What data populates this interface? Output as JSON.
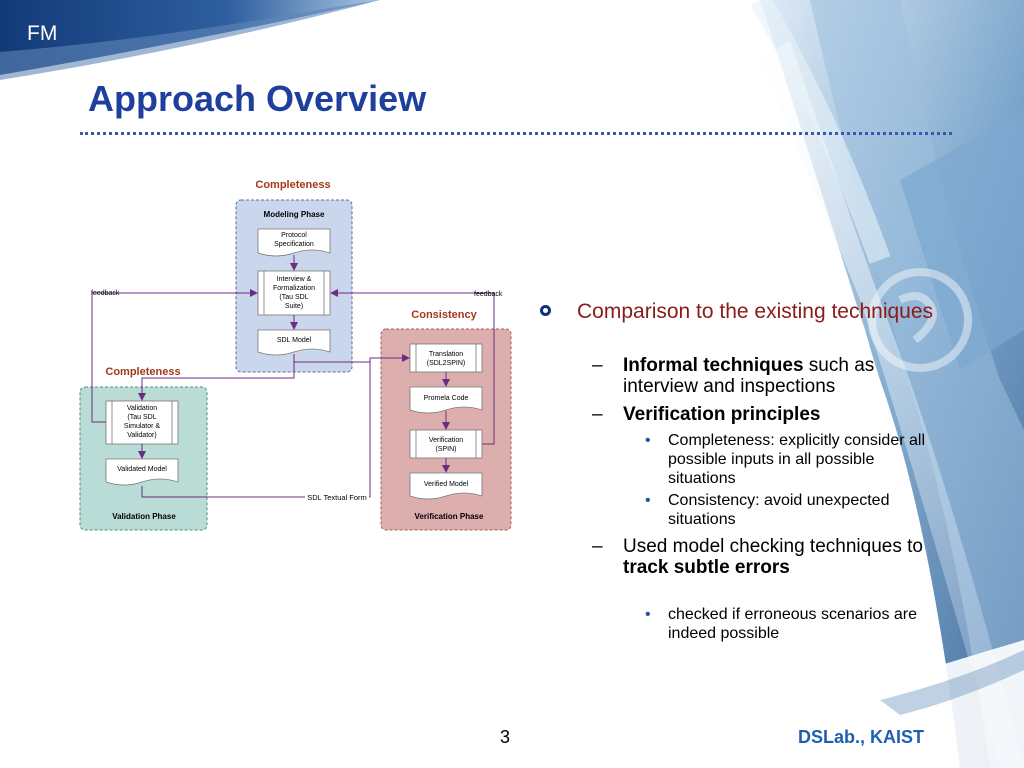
{
  "header": {
    "badge": "FM",
    "title": "Approach Overview"
  },
  "diagram": {
    "completeness_top": "Completeness",
    "modeling_phase": "Modeling Phase",
    "protocol_spec": [
      "Protocol",
      "Specification"
    ],
    "interview": [
      "Interview &",
      "Formalization",
      "(Tau SDL",
      "Suite)"
    ],
    "sdl_model": "SDL Model",
    "feedback_left": "feedback",
    "feedback_right": "feedback",
    "consistency": "Consistency",
    "completeness_left": "Completeness",
    "validation": [
      "Validation",
      "(Tau SDL",
      "Simulator &",
      "Validator)"
    ],
    "validated_model": "Validated Model",
    "validation_phase": "Validation Phase",
    "translation": [
      "Translation",
      "(SDL2SPIN)"
    ],
    "promela_code": "Promela Code",
    "verification": [
      "Verification",
      "(SPIN)"
    ],
    "verified_model": "Verified Model",
    "verification_phase": "Verification Phase",
    "sdl_textual_form": "SDL Textual Form",
    "colors": {
      "modeling_fill": "#c9d6ec",
      "modeling_border": "#5a6aa6",
      "validation_fill": "#b9dcd6",
      "validation_border": "#4d8f7f",
      "verification_fill": "#dcaeae",
      "verification_border": "#a25f5f",
      "arrow": "#6b2d84",
      "label_red": "#a23a1a"
    }
  },
  "bullets": {
    "main": "Comparison to the existing techniques",
    "informal_bold": "Informal techniques",
    "informal_rest": " such as interview and inspections",
    "verification_principles": "Verification principles",
    "completeness": "Completeness: explicitly consider all possible inputs in all possible situations",
    "consistency": "Consistency: avoid unexpected situations",
    "used_prefix": "Used model checking techniques to ",
    "used_bold": "track subtle errors",
    "checked": "checked if erroneous scenarios are indeed possible"
  },
  "footer": {
    "page": "3",
    "org": "DSLab., KAIST"
  }
}
